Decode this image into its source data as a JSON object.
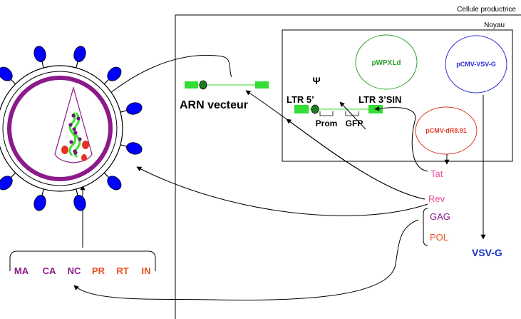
{
  "labels": {
    "producer_cell": "Cellule productrice",
    "nucleus": "Noyau",
    "psi": "Ψ",
    "ltr5": "LTR 5’",
    "ltr3": "LTR 3’SIN",
    "prom": "Prom",
    "gfp": "GFP",
    "arn_vecteur": "ARN vecteur"
  },
  "plasmids": {
    "pwpxld": "pWPXLd",
    "pcmv_vsvg": "pCMV-VSV-G",
    "pcmv_dr891": "pCMV-dR8.91"
  },
  "proteins": {
    "tat": "Tat",
    "rev": "Rev",
    "gag": "GAG",
    "pol": "POL",
    "vsvg": "VSV-G"
  },
  "virion_proteins": [
    "MA",
    "CA",
    "NC",
    "PR",
    "RT",
    "IN"
  ],
  "colors": {
    "green_element": "#33dd33",
    "purple": "#8b1a8b",
    "orange": "#e8501e",
    "pink": "#e84d9a",
    "blue": "#1a2fcc",
    "envelope_blue": "#0000ff",
    "plasmid_green": "#2ca02c",
    "plasmid_red": "#e03a2a",
    "plasmid_blue": "#2b2bd6"
  }
}
